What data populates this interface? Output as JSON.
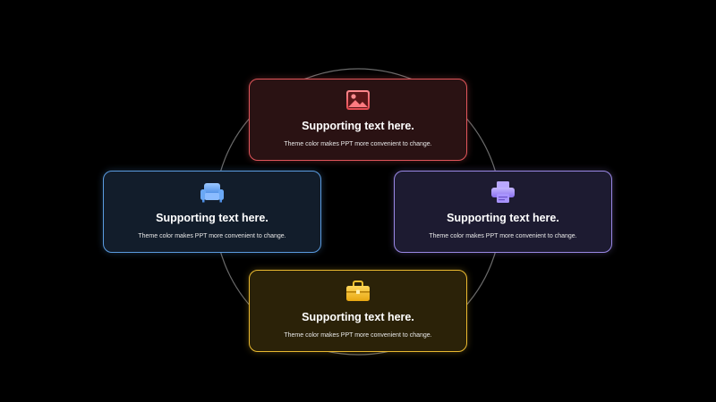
{
  "colors": {
    "background": "#000000",
    "ring": "#6a6a6a",
    "red": "#e0555a",
    "blue": "#5a9be0",
    "purple": "#9a88e6",
    "yellow": "#e9b930"
  },
  "cards": [
    {
      "position": "top",
      "icon": "image-icon",
      "title": "Supporting text here.",
      "desc": "Theme color makes PPT more convenient to change."
    },
    {
      "position": "left",
      "icon": "sofa-icon",
      "title": "Supporting text here.",
      "desc": "Theme color makes PPT more convenient to change."
    },
    {
      "position": "right",
      "icon": "printer-icon",
      "title": "Supporting text here.",
      "desc": "Theme color makes PPT more convenient to change."
    },
    {
      "position": "bottom",
      "icon": "briefcase-icon",
      "title": "Supporting text here.",
      "desc": "Theme color makes PPT more convenient to change."
    }
  ]
}
